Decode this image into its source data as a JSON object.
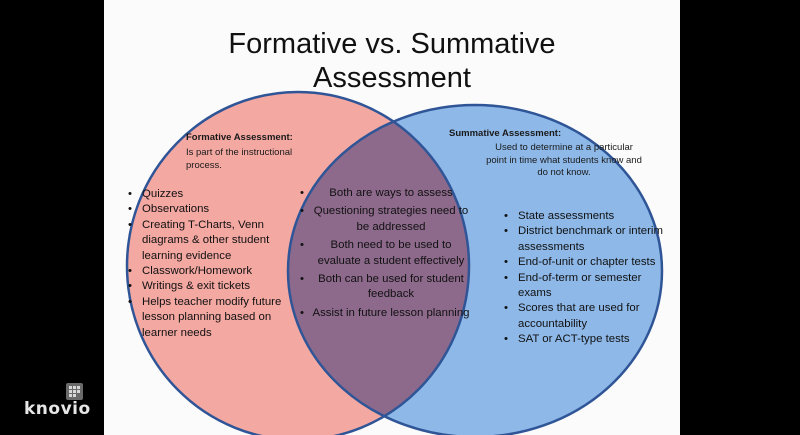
{
  "slide": {
    "title_line1": "Formative vs. Summative",
    "title_line2": "Assessment",
    "colors": {
      "formative_fill": "#f4a8a2",
      "summative_fill": "#8db8e8",
      "overlap_fill": "#8d6a8c",
      "outline": "#2f5597"
    }
  },
  "formative": {
    "heading": "Formative Assessment:",
    "description": [
      "Is part of the instructional",
      "process."
    ],
    "items": [
      "Quizzes",
      "Observations",
      "Creating T-Charts, Venn diagrams & other student learning evidence",
      "Classwork/Homework",
      "Writings & exit tickets",
      "Helps teacher modify future lesson planning based on learner needs"
    ]
  },
  "summative": {
    "heading": "Summative Assessment:",
    "description": [
      "Used to determine at a particular",
      "point in time what students know and",
      "do not know."
    ],
    "items": [
      "State assessments",
      "District benchmark or interim assessments",
      "End-of-unit or chapter tests",
      "End-of-term  or semester exams",
      "Scores that are used for accountability",
      "SAT or ACT-type tests"
    ]
  },
  "both": {
    "items": [
      "Both are ways to assess",
      "Questioning strategies need to be addressed",
      "Both need to be used to evaluate a student effectively",
      "Both can be used for student feedback",
      "Assist in future lesson planning"
    ]
  },
  "branding": {
    "logo_text": "knovio"
  }
}
